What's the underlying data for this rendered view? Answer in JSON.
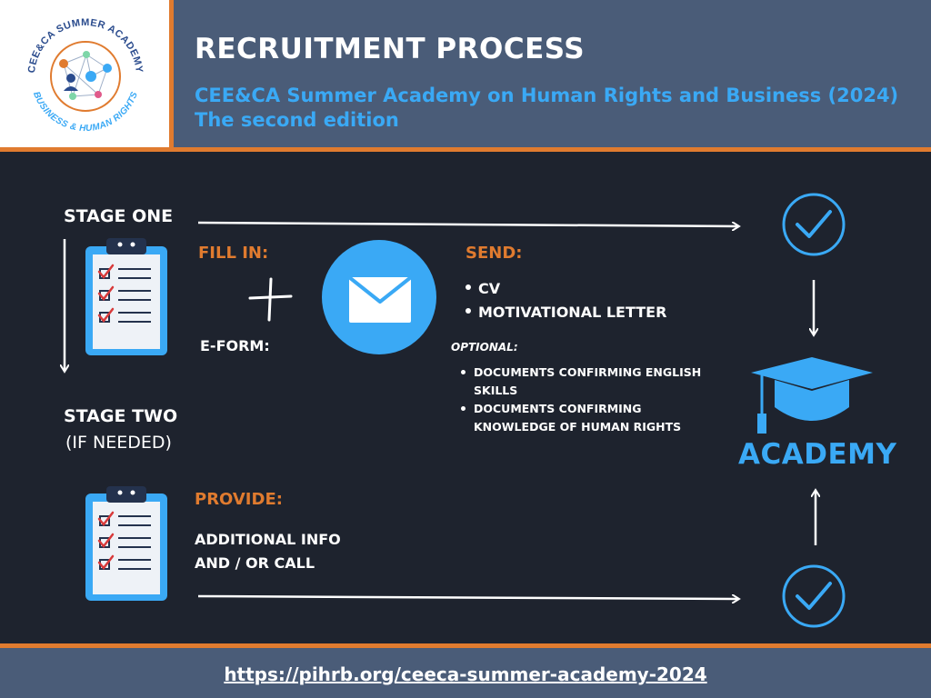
{
  "header": {
    "title": "RECRUITMENT PROCESS",
    "subtitle_line1": "CEE&CA Summer Academy on Human Rights and Business (2024)",
    "subtitle_line2": "The second edition",
    "logo": {
      "top_text": "CEE&CA SUMMER ACADEMY",
      "bottom_text": "BUSINESS & HUMAN RIGHTS"
    }
  },
  "stage_one": {
    "label": "STAGE ONE",
    "fill_in_label": "FILL IN:",
    "eform_label": "E-FORM:",
    "send_label": "SEND:",
    "send_items": [
      "CV",
      "MOTIVATIONAL LETTER"
    ],
    "optional_label": "OPTIONAL:",
    "optional_items": [
      "DOCUMENTS CONFIRMING ENGLISH SKILLS",
      "DOCUMENTS CONFIRMING KNOWLEDGE OF HUMAN RIGHTS"
    ]
  },
  "stage_two": {
    "label": "STAGE TWO",
    "note": "(IF NEEDED)",
    "provide_label": "PROVIDE:",
    "provide_line1": "ADDITIONAL INFO",
    "provide_line2": "AND / OR CALL"
  },
  "academy": {
    "label": "ACADEMY"
  },
  "footer": {
    "url": "https://pihrb.org/ceeca-summer-academy-2024"
  },
  "colors": {
    "background": "#1e232e",
    "header": "#4a5c78",
    "accent_orange": "#e07b2f",
    "accent_blue": "#3aa9f5"
  },
  "icons": [
    "logo-icon",
    "clipboard-icon",
    "plus-icon",
    "envelope-icon",
    "check-circle-icon",
    "graduation-cap-icon",
    "arrow-icon"
  ]
}
